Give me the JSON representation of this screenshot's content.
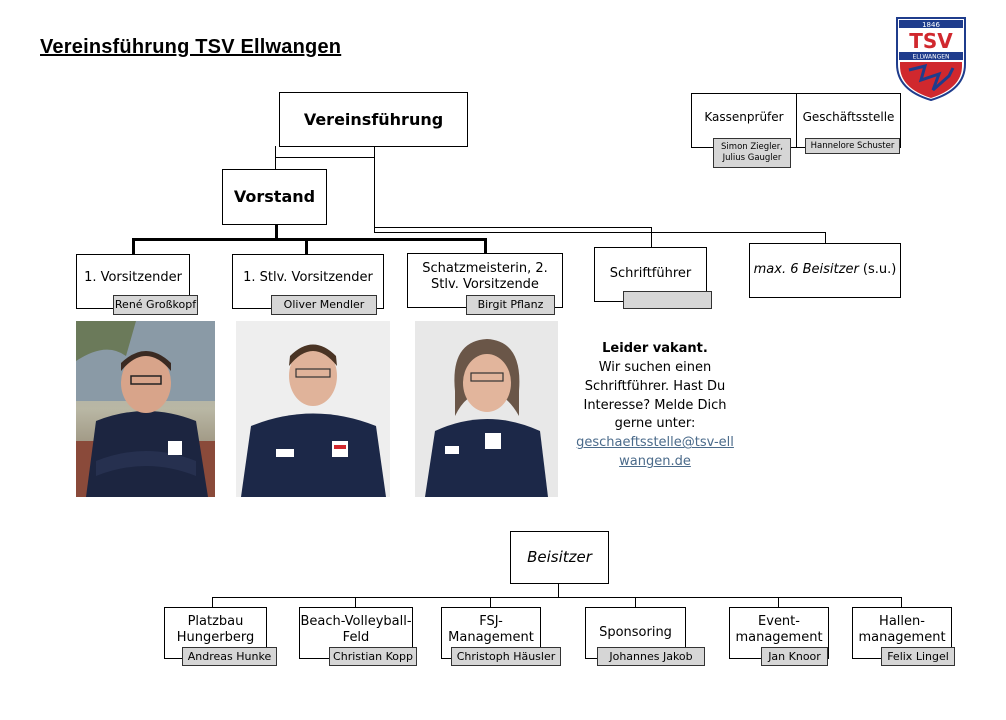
{
  "title": "Vereinsführung TSV Ellwangen",
  "logo": {
    "text": "TSV",
    "year": "1846",
    "subtitle": "ELLWANGEN",
    "colors": {
      "blue": "#1f3c8c",
      "red": "#d0282e"
    }
  },
  "top": {
    "vereinsfuehrung": "Vereinsführung",
    "vorstand": "Vorstand"
  },
  "kasse": {
    "label": "Kassenprüfer",
    "names": "Simon Ziegler, Julius Gaugler"
  },
  "geschaeft": {
    "label": "Geschäftsstelle",
    "name": "Hannelore Schuster"
  },
  "positions": {
    "vorsitz": {
      "label": "1. Vorsitzender",
      "name": "René Großkopf"
    },
    "stlv": {
      "label": "1. Stlv. Vorsitzender",
      "name": "Oliver Mendler"
    },
    "schatz": {
      "label": "Schatzmeisterin, 2. Stlv. Vorsitzende",
      "name": "Birgit Pflanz"
    },
    "schrift": {
      "label": "Schriftführer",
      "name": ""
    },
    "beisitzer_max": {
      "label_italic": "max. 6 Beisitzer",
      "label_rest": " (s.u.)"
    }
  },
  "vacant": {
    "headline": "Leider vakant.",
    "text": "Wir suchen einen Schriftführer. Hast Du Interesse? Melde Dich gerne unter:",
    "email": "geschaeftsstelle@tsv-ellwangen.de"
  },
  "beisitzer": {
    "label": "Beisitzer",
    "items": [
      {
        "label": "Platzbau Hungerberg",
        "name": "Andreas Hunke"
      },
      {
        "label": "Beach-Volleyball-Feld",
        "name": "Christian Kopp"
      },
      {
        "label": "FSJ-Management",
        "name": "Christoph Häusler"
      },
      {
        "label": "Sponsoring",
        "name": "Johannes Jakob"
      },
      {
        "label": "Event-management",
        "name": "Jan Knoor"
      },
      {
        "label": "Hallen-management",
        "name": "Felix Lingel"
      }
    ]
  }
}
